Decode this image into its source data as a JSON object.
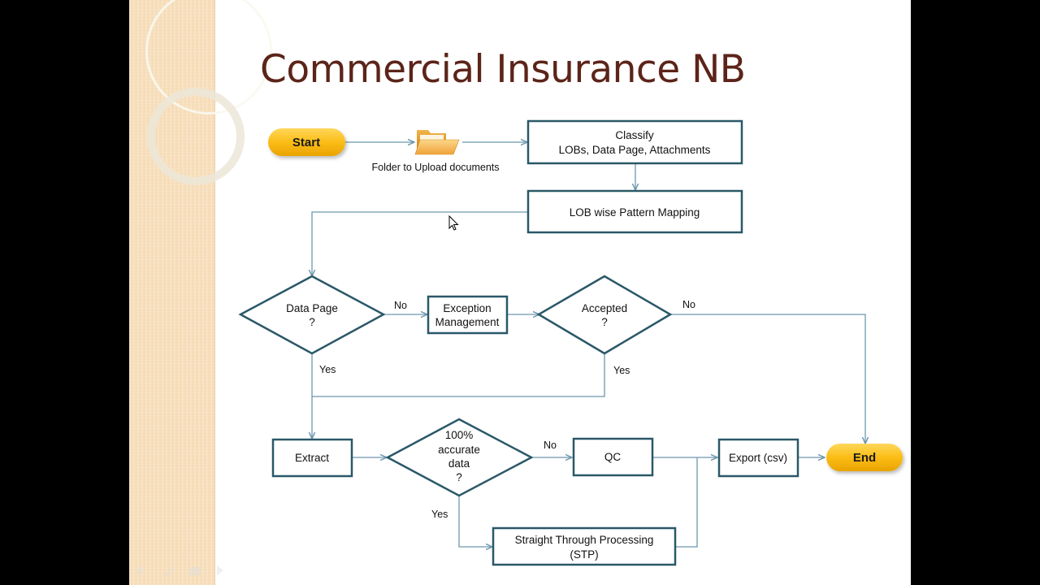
{
  "slide": {
    "title": "Commercial Insurance NB"
  },
  "colors": {
    "title": "#5c2419",
    "box_border": "#2a5868",
    "connector": "#6d97ad",
    "terminal_fill": "#fbbd16",
    "side_panel": "#f6dcb7"
  },
  "flowchart": {
    "start": "Start",
    "end": "End",
    "folder_label": "Folder to Upload documents",
    "classify_line1": "Classify",
    "classify_line2": "LOBs, Data Page, Attachments",
    "pattern_mapping": "LOB wise Pattern Mapping",
    "data_page_line1": "Data Page",
    "data_page_line2": "?",
    "exception_line1": "Exception",
    "exception_line2": "Management",
    "accepted_line1": "Accepted",
    "accepted_line2": "?",
    "extract": "Extract",
    "accurate_line1": "100%",
    "accurate_line2": "accurate",
    "accurate_line3": "data",
    "accurate_line4": "?",
    "qc": "QC",
    "export": "Export (csv)",
    "stp_line1": "Straight Through Processing",
    "stp_line2": "(STP)",
    "edge_labels": {
      "data_page_no": "No",
      "data_page_yes": "Yes",
      "accepted_no": "No",
      "accepted_yes": "Yes",
      "accurate_no": "No",
      "accurate_yes": "Yes"
    }
  }
}
